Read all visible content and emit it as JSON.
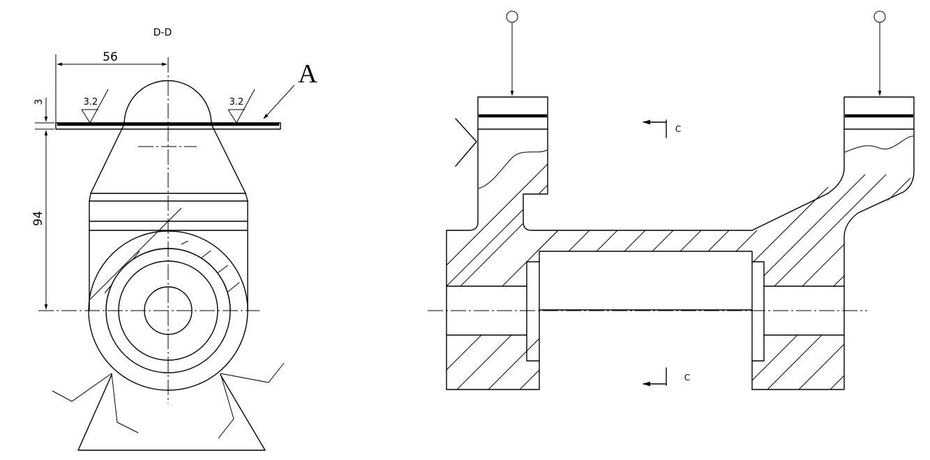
{
  "left_view": {
    "section_label": "D-D",
    "dim_width": "56",
    "dim_thickness": "3",
    "dim_height": "94",
    "roughness_left": "3.2",
    "roughness_right": "3.2",
    "callout_label": "A"
  },
  "right_view": {
    "section_mark_top": "C",
    "section_mark_bottom": "C"
  }
}
